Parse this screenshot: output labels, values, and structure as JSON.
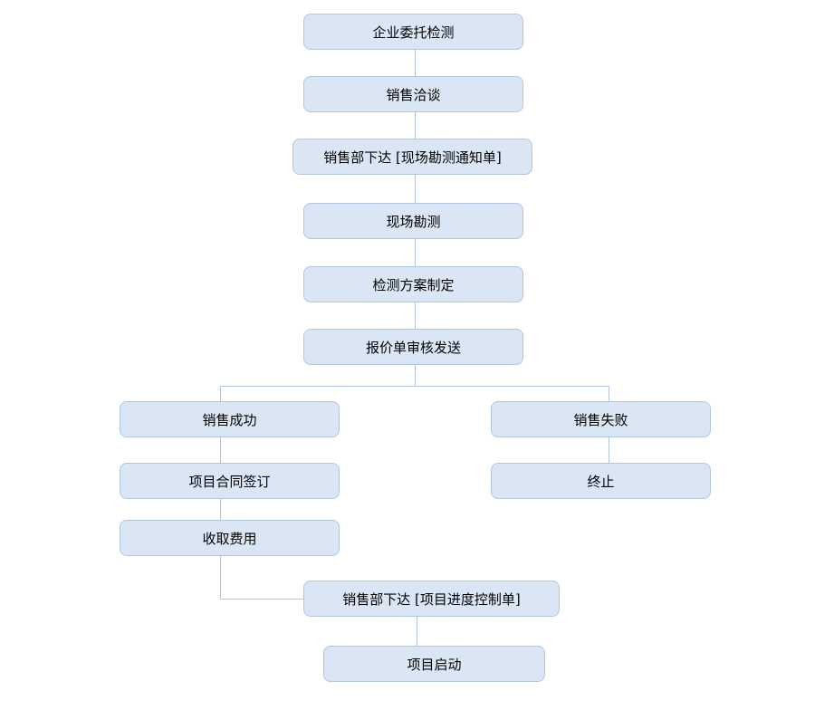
{
  "diagram": {
    "type": "flowchart",
    "colors": {
      "background": "#ffffff",
      "node_fill": "#dbe6f5",
      "node_border": "#b2c6e4",
      "connector": "#b2c6e4",
      "text": "#000000"
    },
    "nodes": [
      {
        "id": "enterprise-commission-testing",
        "label": "企业委托检测"
      },
      {
        "id": "sales-negotiation",
        "label": "销售洽谈"
      },
      {
        "id": "issue-site-survey-notice",
        "label": "销售部下达 [现场勘测通知单]"
      },
      {
        "id": "site-survey",
        "label": "现场勘测"
      },
      {
        "id": "testing-plan-formulation",
        "label": "检测方案制定"
      },
      {
        "id": "quotation-review-send",
        "label": "报价单审核发送"
      },
      {
        "id": "sales-success",
        "label": "销售成功"
      },
      {
        "id": "project-contract-signing",
        "label": "项目合同签订"
      },
      {
        "id": "fee-collection",
        "label": "收取费用"
      },
      {
        "id": "sales-failure",
        "label": "销售失败"
      },
      {
        "id": "termination",
        "label": "终止"
      },
      {
        "id": "issue-progress-control-sheet",
        "label": "销售部下达 [项目进度控制单]"
      },
      {
        "id": "project-launch",
        "label": "项目启动"
      }
    ],
    "edges": [
      {
        "from": "enterprise-commission-testing",
        "to": "sales-negotiation"
      },
      {
        "from": "sales-negotiation",
        "to": "issue-site-survey-notice"
      },
      {
        "from": "issue-site-survey-notice",
        "to": "site-survey"
      },
      {
        "from": "site-survey",
        "to": "testing-plan-formulation"
      },
      {
        "from": "testing-plan-formulation",
        "to": "quotation-review-send"
      },
      {
        "from": "quotation-review-send",
        "to": "sales-success"
      },
      {
        "from": "quotation-review-send",
        "to": "sales-failure"
      },
      {
        "from": "sales-success",
        "to": "project-contract-signing"
      },
      {
        "from": "project-contract-signing",
        "to": "fee-collection"
      },
      {
        "from": "fee-collection",
        "to": "issue-progress-control-sheet"
      },
      {
        "from": "issue-progress-control-sheet",
        "to": "project-launch"
      },
      {
        "from": "sales-failure",
        "to": "termination"
      }
    ]
  }
}
